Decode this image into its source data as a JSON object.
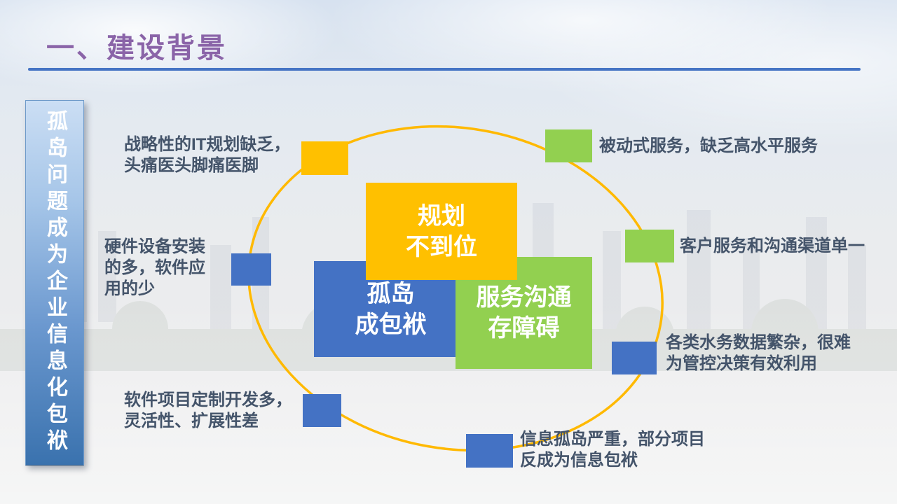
{
  "slide": {
    "title": "一、建设背景",
    "sidebar": {
      "label": "孤岛问题成为企业信息化包袱"
    },
    "center_boxes": {
      "planning": "规划\n不到位",
      "island": "孤岛\n成包袱",
      "service": "服务沟通\n存障碍"
    },
    "callouts": [
      {
        "text": "战略性的IT规划缺乏，\n头痛医头脚痛医脚",
        "marker_color": "#FFC000"
      },
      {
        "text": "被动式服务，缺乏高水平服务",
        "marker_color": "#92D050"
      },
      {
        "text": "硬件设备安装\n的多，软件应\n用的少",
        "marker_color": "#4472C4"
      },
      {
        "text": "客户服务和沟通渠道单一",
        "marker_color": "#92D050"
      },
      {
        "text": "各类水务数据繁杂，很难\n为管控决策有效利用",
        "marker_color": "#4472C4"
      },
      {
        "text": "软件项目定制开发多，\n灵活性、扩展性差",
        "marker_color": "#4472C4"
      },
      {
        "text": "信息孤岛严重，部分项目\n反成为信息包袱",
        "marker_color": "#4472C4"
      }
    ],
    "colors": {
      "title_purple": "#8A64A8",
      "rule_blue": "#4574C4",
      "accent_yellow": "#FFC000",
      "accent_blue": "#4472C4",
      "accent_green": "#92D050",
      "ellipse_stroke": "#FFB900",
      "text_dark": "#44546A",
      "sidebar_top": "#CBDEF4",
      "sidebar_bottom": "#3A72AE"
    }
  }
}
